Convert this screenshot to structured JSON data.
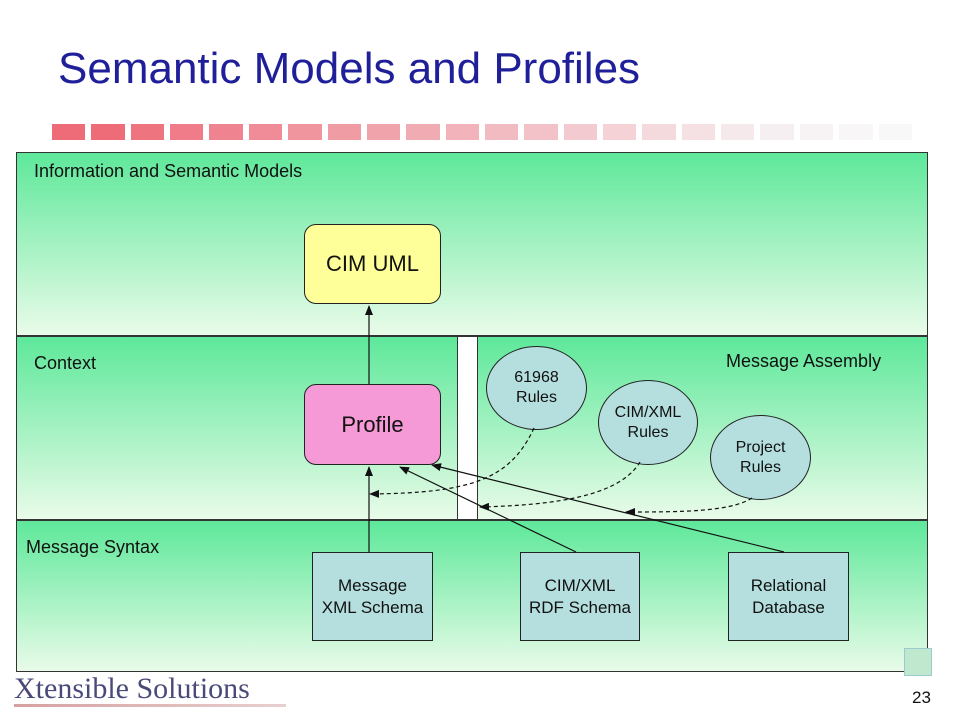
{
  "title": "Semantic Models and Profiles",
  "colors": {
    "title": "#1f1f99",
    "band_top": "#5ee89a",
    "band_bottom": "#e9fbe9",
    "uml_fill": "#ffff99",
    "profile_fill": "#f59ad6",
    "schema_fill": "#b5dede"
  },
  "stripe_colors": [
    "#ee6b78",
    "#ee6b78",
    "#ee7480",
    "#ef7c88",
    "#ef8490",
    "#ef8c97",
    "#f0949e",
    "#f09ca5",
    "#f1a3ac",
    "#f1abb3",
    "#f2b3ba",
    "#f2bbc1",
    "#f3c2c8",
    "#f3cacf",
    "#f4d2d6",
    "#f4dadd",
    "#f5e1e4",
    "#f5e9eb",
    "#f6eff1",
    "#f7f3f4",
    "#f8f6f7",
    "#f9f8f9"
  ],
  "layers": {
    "information": "Information and Semantic Models",
    "context": "Context",
    "message_assembly": "Message Assembly",
    "message_syntax": "Message Syntax"
  },
  "nodes": {
    "cim_uml": "CIM UML",
    "profile": "Profile",
    "rules_61968": [
      "61968",
      "Rules"
    ],
    "cimxml_rules": [
      "CIM/XML",
      "Rules"
    ],
    "project_rules": [
      "Project",
      "Rules"
    ],
    "message_xml_schema": [
      "Message",
      "XML Schema"
    ],
    "cimxml_rdf_schema": [
      "CIM/XML",
      "RDF Schema"
    ],
    "relational_database": [
      "Relational",
      "Database"
    ]
  },
  "footer": {
    "logo": "Xtensible Solutions",
    "page_number": "23"
  }
}
